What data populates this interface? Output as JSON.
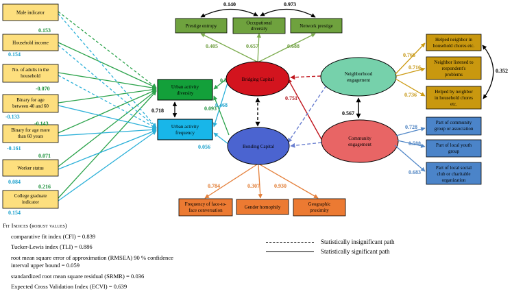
{
  "observed": {
    "male": "Male indicator",
    "income": "Household income",
    "adults": [
      "No. of adults in the",
      "household"
    ],
    "age40": [
      "Binary for age",
      "between 40  and 60"
    ],
    "age60": [
      "Binary for age more",
      "than 60 years"
    ],
    "worker": "Worker status",
    "college": [
      "College graduate",
      "indicator"
    ],
    "urban_div": [
      "Urban activity",
      "diversity"
    ],
    "urban_freq": [
      "Urban activity",
      "frequency"
    ],
    "prestige": "Prestige entropy",
    "occupational": [
      "Occupational",
      "diversity"
    ],
    "network": "Network prestige",
    "freq_face": [
      "Frequency of face-to-",
      "face conversation"
    ],
    "gender": "Gender homophily",
    "geographic": [
      "Geographic",
      "proximity"
    ],
    "helped_chores": [
      "Helped neighbor in",
      "household chores etc."
    ],
    "listened": [
      "Neighbor listened to",
      "respondent's",
      "problems"
    ],
    "helped_by": [
      "Helped by neighbor",
      "in household chores",
      "etc."
    ],
    "community_group": [
      "Part of community",
      "group or association"
    ],
    "youth_group": [
      "Part of local youth",
      "group"
    ],
    "social_club": [
      "Part of local social",
      "club or charitable",
      "organization"
    ]
  },
  "latent": {
    "bridging": "Bridging Capital",
    "bonding": "Bonding Capital",
    "neighborhood": [
      "Neighborhood",
      "engagement"
    ],
    "community": [
      "Community",
      "engagement"
    ]
  },
  "coefficients": {
    "c0153": "0.153",
    "c0154a": "0.154",
    "cm0070": "-0.070",
    "cm0133": "-0.133",
    "cm0143": "-0.143",
    "cm0161": "-0.161",
    "c0071": "0.071",
    "c0084": "0.084",
    "c0216": "0.216",
    "c0154b": "0.154",
    "c0718": "0.718",
    "c0526": "0.526",
    "c0093": "0.093",
    "c0468": "0.468",
    "c0056": "0.056",
    "c0140": "0.140",
    "c0973": "0.973",
    "c0405": "0.405",
    "c0657": "0.657",
    "c0688": "0.688",
    "c0751": "0.751",
    "c0567": "0.567",
    "c0766": "0.766",
    "c0716": "0.716",
    "c0736": "0.736",
    "c0352": "0.352",
    "c0728": "0.728",
    "c0588": "0.588",
    "c0683": "0.683",
    "c0784": "0.784",
    "c0307": "0.307",
    "c0930": "0.930"
  },
  "fit_indices": {
    "title": "Fit Indices (robust values)",
    "cfi": "comparative fit index (CFI) = 0.839",
    "tli": "Tucker-Lewis index (TLI) = 0.886",
    "rmsea": "root mean square error of approximation (RMSEA) 90 % confidence interval upper bound = 0.059",
    "srmr": "standardized root mean square residual (SRMR) = 0.036",
    "ecvi": "Expected Cross Validation Index (ECVI) = 0.639"
  },
  "legend": {
    "insignificant": "Statistically insignificant path",
    "significant": "Statistically significant path"
  },
  "colors": {
    "yellow": "#fddf7e",
    "teal_box": "#13a03a",
    "cyan_box": "#18b6e9",
    "green_box": "#6fa23e",
    "orange_box": "#ec7a32",
    "gold_box": "#c9980f",
    "blue_box": "#4b84c9",
    "bridging": "#d3141e",
    "bonding": "#4b64d0",
    "neighborhood": "#76d1ab",
    "community": "#e86565",
    "path_green": "#2aa24a",
    "path_cyan": "#2bb0d8",
    "label_green": "#1a8f3a",
    "label_cyan": "#1aa0cc",
    "path_olive": "#7cac4e",
    "path_orange": "#e47f3a",
    "path_gold": "#cc9a12",
    "path_blue": "#5288c8"
  }
}
